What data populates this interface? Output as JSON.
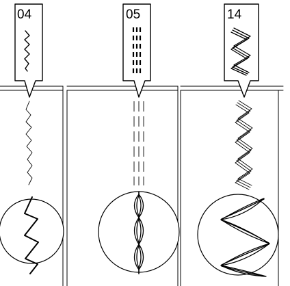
{
  "stitches": [
    {
      "code": "04",
      "kind": "zigzag"
    },
    {
      "code": "05",
      "kind": "triple-straight"
    },
    {
      "code": "14",
      "kind": "triple-zigzag"
    }
  ]
}
